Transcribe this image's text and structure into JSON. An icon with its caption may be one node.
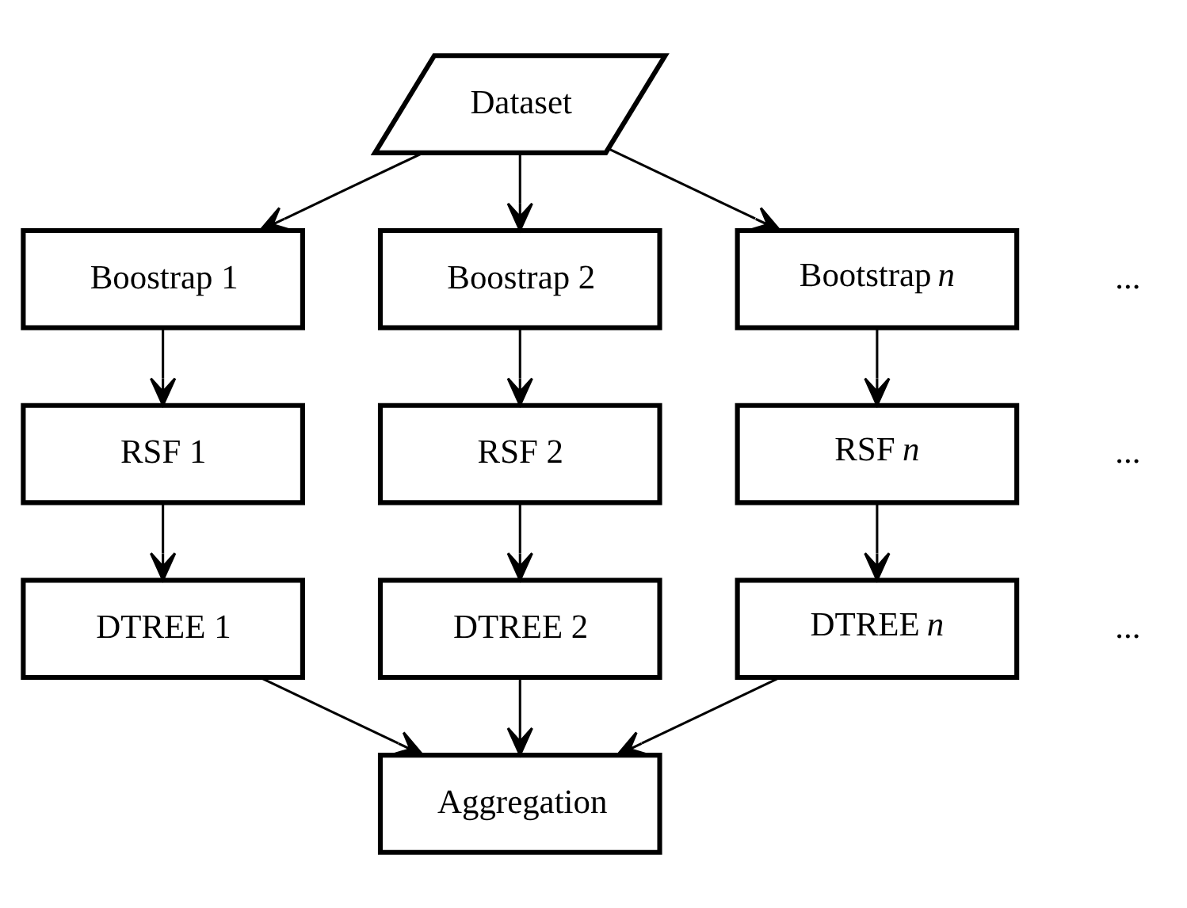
{
  "diagram": {
    "nodes": [
      {
        "text": [
          "Dataset"
        ]
      },
      {
        "text": [
          "Boostrap 1"
        ]
      },
      {
        "text": [
          "Boostrap 2"
        ]
      },
      {
        "text": [
          "Bootstrap *n*"
        ]
      },
      {
        "text": [
          "RSF 1"
        ]
      },
      {
        "text": [
          "RSF 2"
        ]
      },
      {
        "text": [
          "RSF *n*"
        ]
      },
      {
        "text": [
          "DTREE 1"
        ]
      },
      {
        "text": [
          "DTREE 2"
        ]
      },
      {
        "text": [
          "DTREE *n*"
        ]
      },
      {
        "text": [
          "Aggregation"
        ]
      }
    ],
    "edges": [
      {
        "from": 0,
        "to": 1,
        "arrow": "to"
      },
      {
        "from": 0,
        "to": 2,
        "arrow": "to"
      },
      {
        "from": 0,
        "to": 3,
        "arrow": "to"
      },
      {
        "from": 1,
        "to": 4,
        "arrow": "to"
      },
      {
        "from": 2,
        "to": 5,
        "arrow": "to"
      },
      {
        "from": 3,
        "to": 6,
        "arrow": "to"
      },
      {
        "from": 4,
        "to": 7,
        "arrow": "to"
      },
      {
        "from": 5,
        "to": 8,
        "arrow": "to"
      },
      {
        "from": 6,
        "to": 9,
        "arrow": "to"
      },
      {
        "from": 7,
        "to": 10,
        "arrow": "to"
      },
      {
        "from": 8,
        "to": 10,
        "arrow": "to"
      },
      {
        "from": 9,
        "to": 10,
        "arrow": "to"
      }
    ],
    "labels": [
      "...",
      "...",
      "..."
    ]
  }
}
